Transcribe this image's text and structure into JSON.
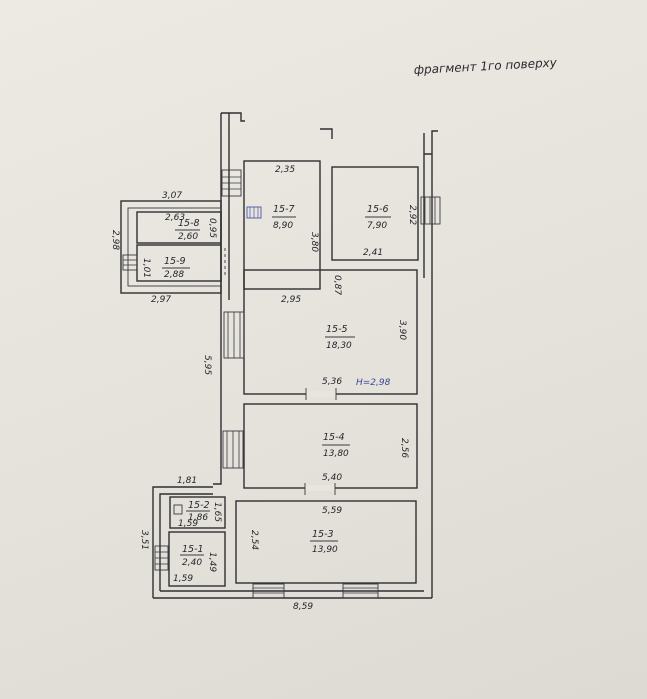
{
  "header_note": "фрагмент 1го поверху",
  "ceiling_height": "Н=2,98",
  "rooms": {
    "r7": {
      "number": "15-7",
      "area": "8,90"
    },
    "r6": {
      "number": "15-6",
      "area": "7,90"
    },
    "r8": {
      "number": "15-8",
      "area": "2,60"
    },
    "r9": {
      "number": "15-9",
      "area": "2,88"
    },
    "r5": {
      "number": "15-5",
      "area": "18,30"
    },
    "r4": {
      "number": "15-4",
      "area": "13,80"
    },
    "r2": {
      "number": "15-2",
      "area": "1,86"
    },
    "r1": {
      "number": "15-1",
      "area": "2,40"
    },
    "r3": {
      "number": "15-3",
      "area": "13,90"
    }
  },
  "dimensions": {
    "d_2_35": "2,35",
    "d_3_80": "3,80",
    "d_2_92": "2,92",
    "d_2_41": "2,41",
    "d_3_07": "3,07",
    "d_2_98_left": "2,98",
    "d_2_63": "2,63",
    "d_0_95": "0,95",
    "d_1_01": "1,01",
    "d_2_97": "2,97",
    "d_2_95": "2,95",
    "d_0_87": "0,87",
    "d_3_90": "3,90",
    "d_5_95": "5,95",
    "d_5_36": "5,36",
    "d_2_56": "2,56",
    "d_5_40": "5,40",
    "d_1_81": "1,81",
    "d_5_59": "5,59",
    "d_1_65": "1,65",
    "d_1_59_a": "1,59",
    "d_3_51": "3,51",
    "d_2_54": "2,54",
    "d_1_49": "1,49",
    "d_1_59_b": "1,59",
    "d_8_59": "8,59"
  }
}
